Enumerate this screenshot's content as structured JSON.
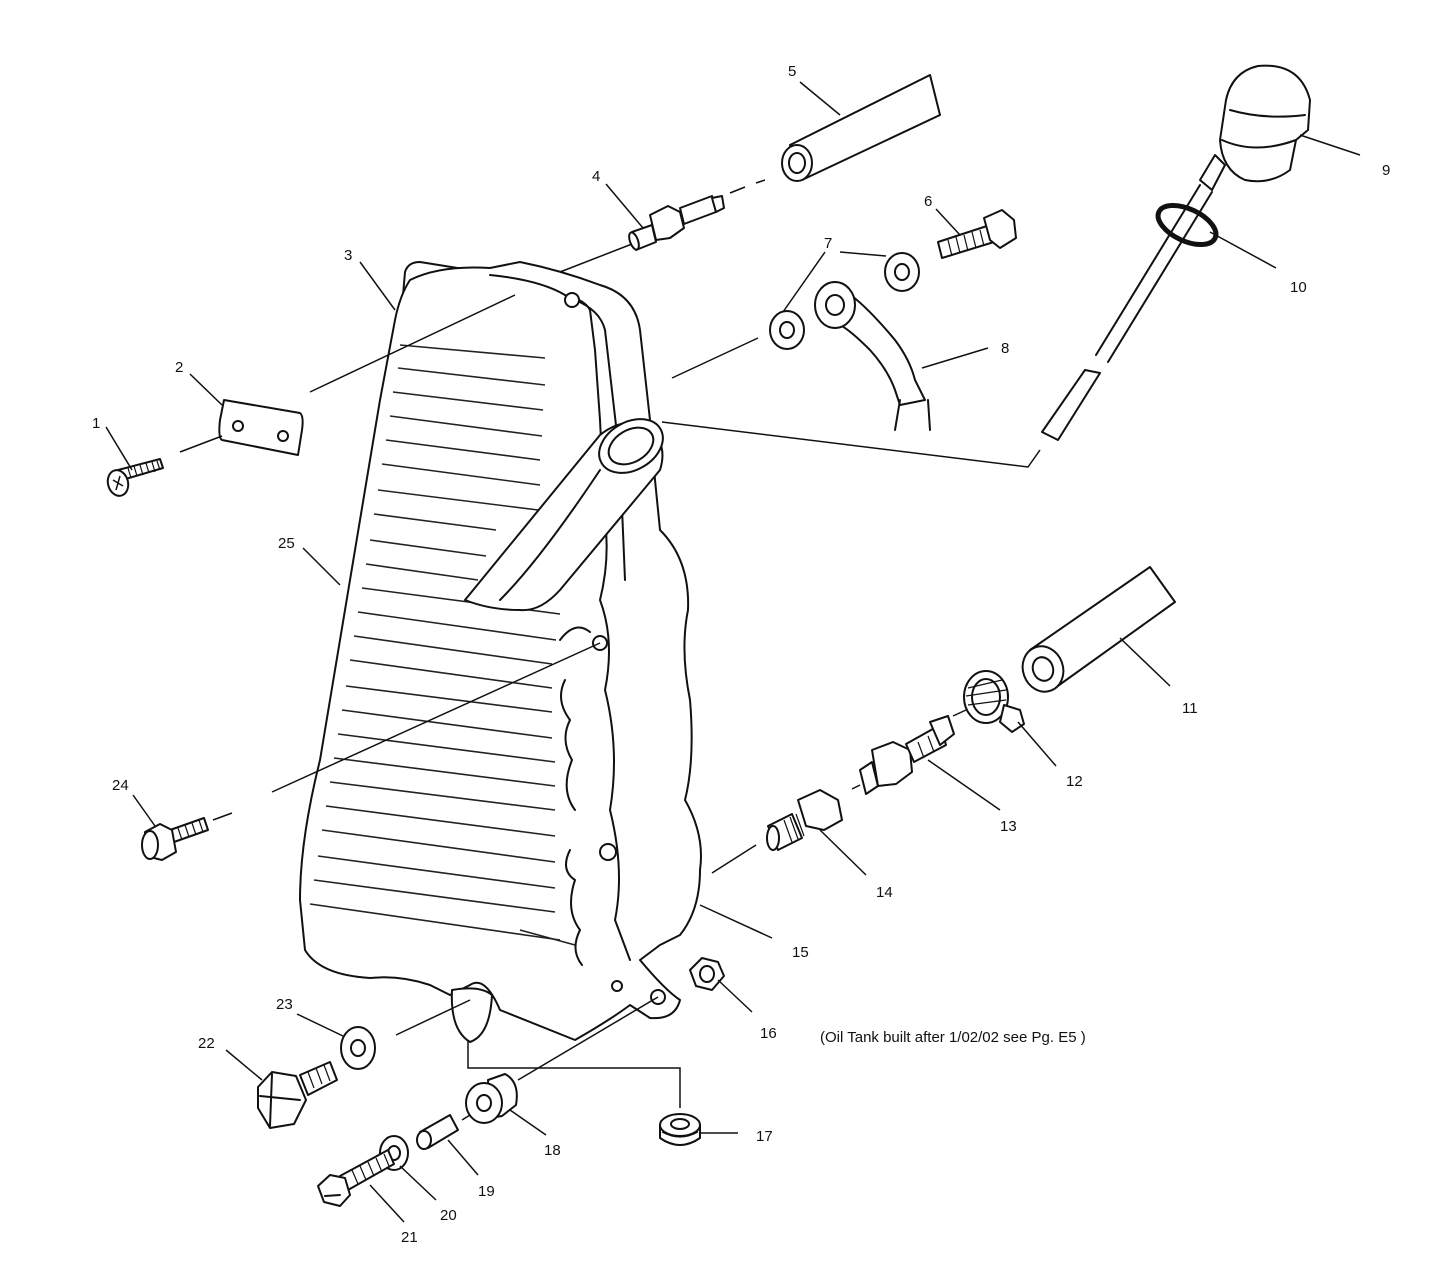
{
  "labels": {
    "p1": "1",
    "p2": "2",
    "p3": "3",
    "p4": "4",
    "p5": "5",
    "p6": "6",
    "p7": "7",
    "p8": "8",
    "p9": "9",
    "p10": "10",
    "p11": "11",
    "p12": "12",
    "p13": "13",
    "p14": "14",
    "p15": "15",
    "p16": "16",
    "p17": "17",
    "p18": "18",
    "p19": "19",
    "p20": "20",
    "p21": "21",
    "p22": "22",
    "p23": "23",
    "p24": "24",
    "p25": "25"
  },
  "note": "(Oil Tank built after 1/02/02 see Pg. E5 )"
}
